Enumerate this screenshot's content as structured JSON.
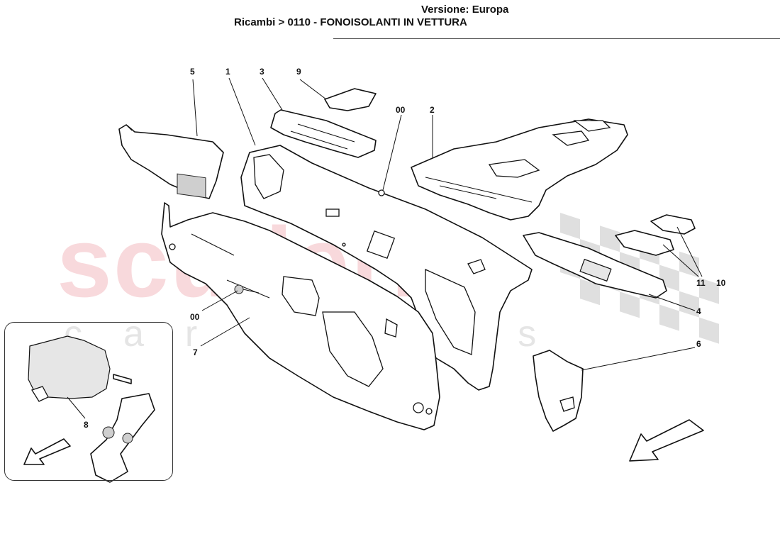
{
  "header": {
    "version": "Versione: Europa",
    "breadcrumb": "Ricambi > 0110 - FONOISOLANTI IN VETTURA"
  },
  "watermark": {
    "brand": "scuderia",
    "sub": "car parts"
  },
  "callouts": {
    "c1": "1",
    "c2": "2",
    "c3": "3",
    "c4": "4",
    "c5": "5",
    "c6": "6",
    "c7": "7",
    "c8": "8",
    "c9": "9",
    "c10": "10",
    "c11": "11",
    "c00a": "00",
    "c00b": "00"
  }
}
